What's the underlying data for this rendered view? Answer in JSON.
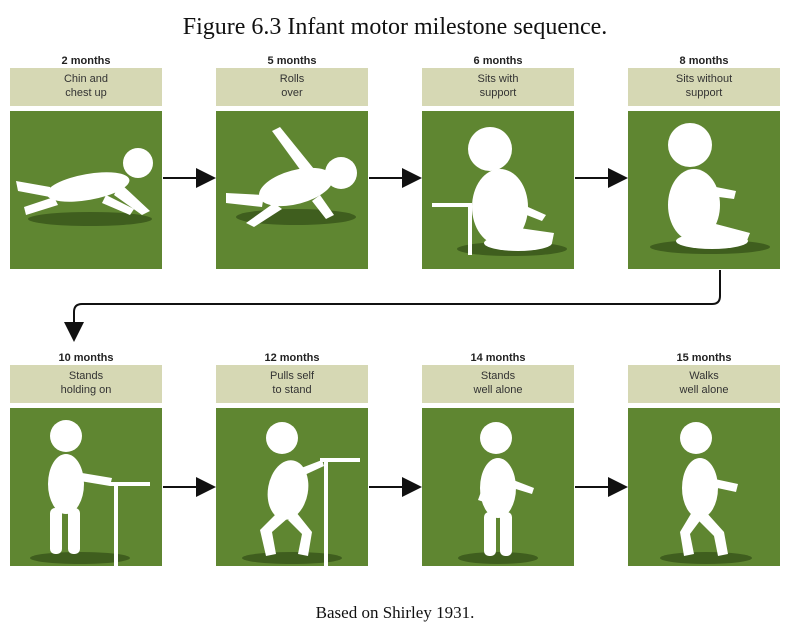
{
  "title": "Figure 6.3 Infant motor milestone sequence.",
  "caption": "Based on Shirley 1931.",
  "colors": {
    "panel": "#5f8631",
    "label_bg": "#d6d8b4",
    "figure": "#ffffff",
    "arrow": "#111111"
  },
  "stages": [
    {
      "age": "2 months",
      "line1": "Chin and",
      "line2": "chest up",
      "icon": "infant-lying-chin-up-icon"
    },
    {
      "age": "5 months",
      "line1": "Rolls",
      "line2": "over",
      "icon": "infant-rolling-icon"
    },
    {
      "age": "6 months",
      "line1": "Sits with",
      "line2": "support",
      "icon": "infant-sitting-supported-icon"
    },
    {
      "age": "8 months",
      "line1": "Sits without",
      "line2": "support",
      "icon": "infant-sitting-icon"
    },
    {
      "age": "10 months",
      "line1": "Stands",
      "line2": "holding on",
      "icon": "infant-standing-holding-icon"
    },
    {
      "age": "12 months",
      "line1": "Pulls self",
      "line2": "to stand",
      "icon": "infant-pulling-up-icon"
    },
    {
      "age": "14 months",
      "line1": "Stands",
      "line2": "well alone",
      "icon": "infant-standing-alone-icon"
    },
    {
      "age": "15 months",
      "line1": "Walks",
      "line2": "well alone",
      "icon": "infant-walking-icon"
    }
  ]
}
